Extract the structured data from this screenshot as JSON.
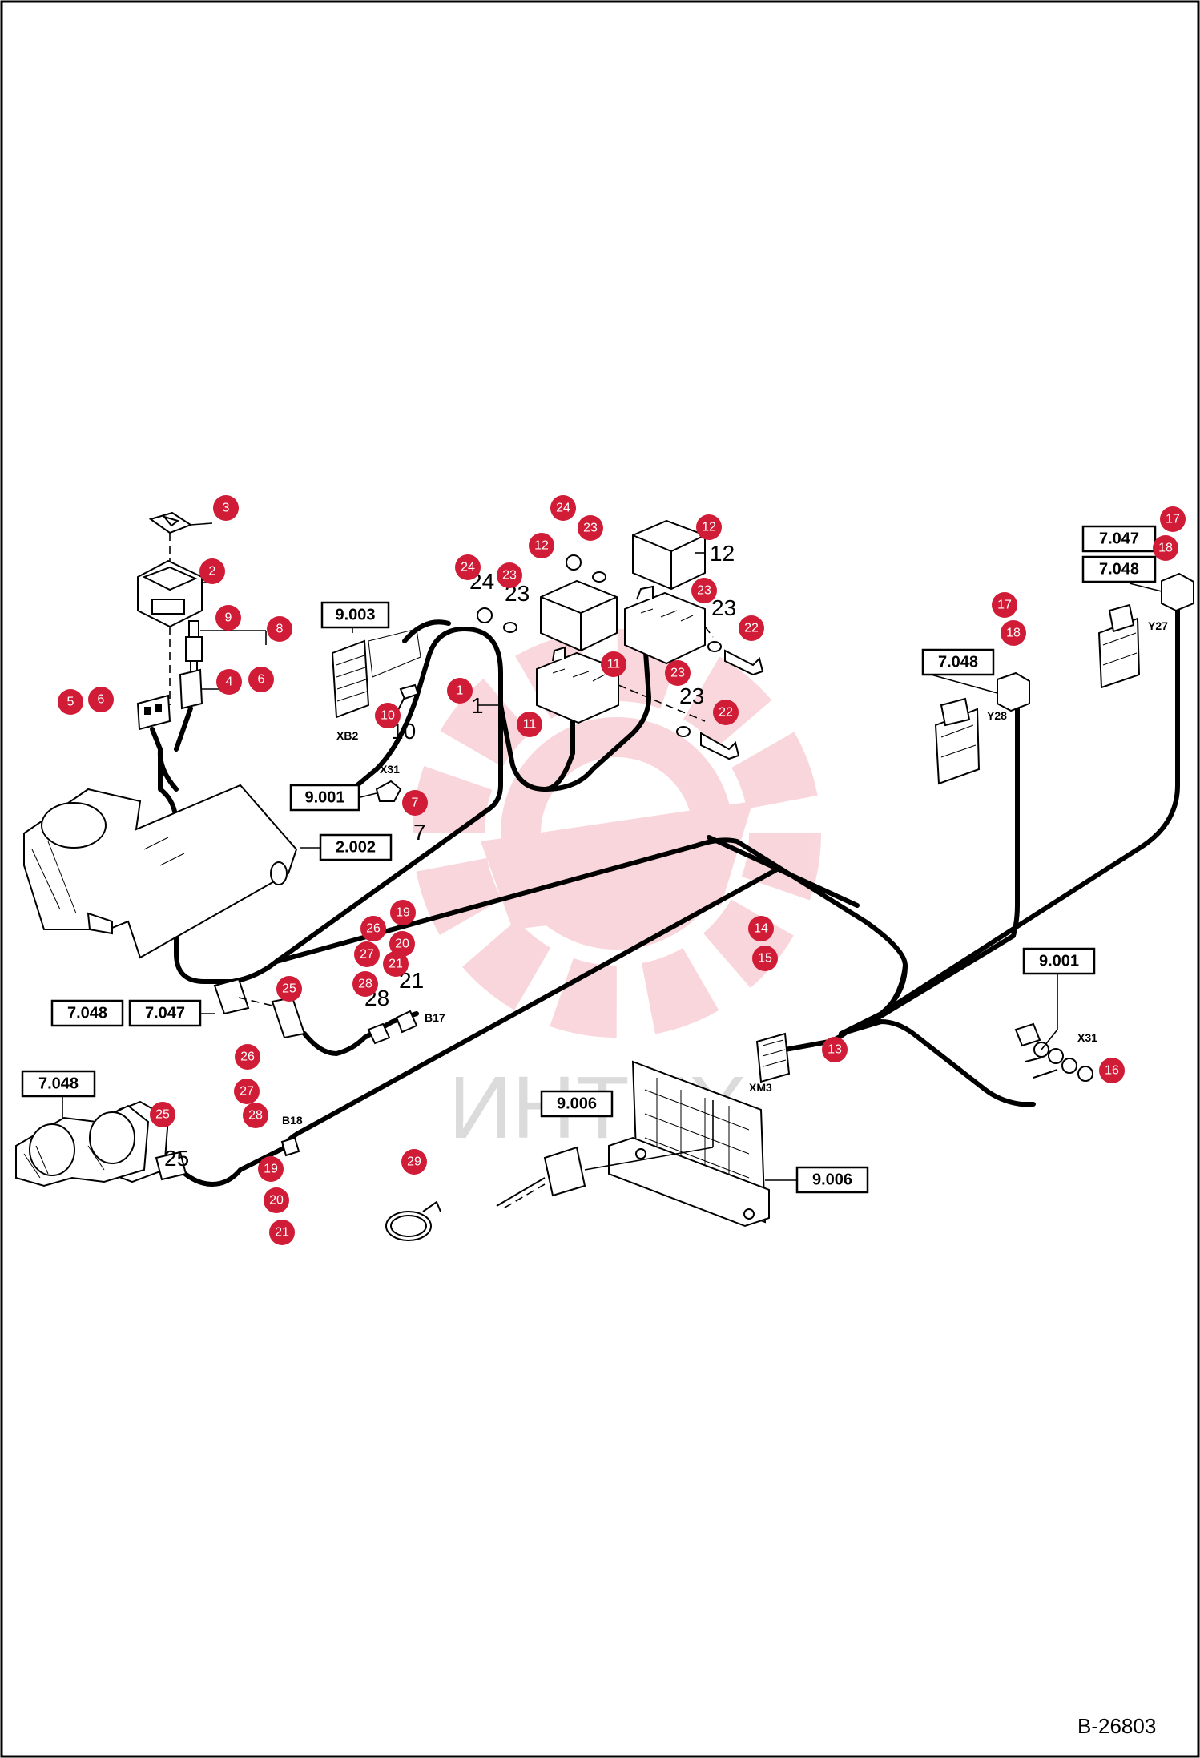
{
  "drawing_number": "B-26803",
  "watermark_text": "ИНТЕХ",
  "colors": {
    "badge": "#d01c36",
    "line": "#000000",
    "watermark": "#e84a5f"
  },
  "reference_boxes": [
    {
      "id": "ref-9003",
      "label": "9.003"
    },
    {
      "id": "ref-9001-a",
      "label": "9.001"
    },
    {
      "id": "ref-2002",
      "label": "2.002"
    },
    {
      "id": "ref-7048-a",
      "label": "7.048"
    },
    {
      "id": "ref-7047-a",
      "label": "7.047"
    },
    {
      "id": "ref-7048-b",
      "label": "7.048"
    },
    {
      "id": "ref-7047-b",
      "label": "7.047"
    },
    {
      "id": "ref-7048-c",
      "label": "7.048"
    },
    {
      "id": "ref-7048-d",
      "label": "7.048"
    },
    {
      "id": "ref-9001-b",
      "label": "9.001"
    },
    {
      "id": "ref-9006-a",
      "label": "9.006"
    },
    {
      "id": "ref-9006-b",
      "label": "9.006"
    }
  ],
  "connector_labels": [
    {
      "id": "xb2",
      "label": "XB2"
    },
    {
      "id": "x31-a",
      "label": "X31"
    },
    {
      "id": "b17",
      "label": "B17"
    },
    {
      "id": "b18",
      "label": "B18"
    },
    {
      "id": "xm3",
      "label": "XM3"
    },
    {
      "id": "x31-b",
      "label": "X31"
    },
    {
      "id": "y28",
      "label": "Y28"
    },
    {
      "id": "y27",
      "label": "Y27"
    }
  ],
  "plain_numbers": [
    {
      "id": "pn-1",
      "label": "1"
    },
    {
      "id": "pn-7",
      "label": "7"
    },
    {
      "id": "pn-10",
      "label": "10"
    },
    {
      "id": "pn-12a",
      "label": "12"
    },
    {
      "id": "pn-23a",
      "label": "23"
    },
    {
      "id": "pn-23b",
      "label": "23"
    },
    {
      "id": "pn-23c",
      "label": "23"
    },
    {
      "id": "pn-24a",
      "label": "24"
    },
    {
      "id": "pn-25",
      "label": "25"
    },
    {
      "id": "pn-28",
      "label": "28"
    },
    {
      "id": "pn-21",
      "label": "21"
    }
  ],
  "badges": [
    {
      "id": "b-3",
      "label": "3"
    },
    {
      "id": "b-2",
      "label": "2"
    },
    {
      "id": "b-9",
      "label": "9"
    },
    {
      "id": "b-8",
      "label": "8"
    },
    {
      "id": "b-4",
      "label": "4"
    },
    {
      "id": "b-6a",
      "label": "6"
    },
    {
      "id": "b-5",
      "label": "5"
    },
    {
      "id": "b-6b",
      "label": "6"
    },
    {
      "id": "b-10",
      "label": "10"
    },
    {
      "id": "b-1",
      "label": "1"
    },
    {
      "id": "b-7",
      "label": "7"
    },
    {
      "id": "b-24a",
      "label": "24"
    },
    {
      "id": "b-23a",
      "label": "23"
    },
    {
      "id": "b-12a",
      "label": "12"
    },
    {
      "id": "b-24b",
      "label": "24"
    },
    {
      "id": "b-23b",
      "label": "23"
    },
    {
      "id": "b-12b",
      "label": "12"
    },
    {
      "id": "b-11a",
      "label": "11"
    },
    {
      "id": "b-11b",
      "label": "11"
    },
    {
      "id": "b-23c",
      "label": "23"
    },
    {
      "id": "b-22a",
      "label": "22"
    },
    {
      "id": "b-23d",
      "label": "23"
    },
    {
      "id": "b-22b",
      "label": "22"
    },
    {
      "id": "b-17a",
      "label": "17"
    },
    {
      "id": "b-18a",
      "label": "18"
    },
    {
      "id": "b-17b",
      "label": "17"
    },
    {
      "id": "b-18b",
      "label": "18"
    },
    {
      "id": "b-19a",
      "label": "19"
    },
    {
      "id": "b-26a",
      "label": "26"
    },
    {
      "id": "b-20a",
      "label": "20"
    },
    {
      "id": "b-27a",
      "label": "27"
    },
    {
      "id": "b-21a",
      "label": "21"
    },
    {
      "id": "b-28a",
      "label": "28"
    },
    {
      "id": "b-25a",
      "label": "25"
    },
    {
      "id": "b-14",
      "label": "14"
    },
    {
      "id": "b-15",
      "label": "15"
    },
    {
      "id": "b-13",
      "label": "13"
    },
    {
      "id": "b-16",
      "label": "16"
    },
    {
      "id": "b-26b",
      "label": "26"
    },
    {
      "id": "b-27b",
      "label": "27"
    },
    {
      "id": "b-28b",
      "label": "28"
    },
    {
      "id": "b-25b",
      "label": "25"
    },
    {
      "id": "b-19b",
      "label": "19"
    },
    {
      "id": "b-20b",
      "label": "20"
    },
    {
      "id": "b-21b",
      "label": "21"
    },
    {
      "id": "b-29",
      "label": "29"
    }
  ]
}
